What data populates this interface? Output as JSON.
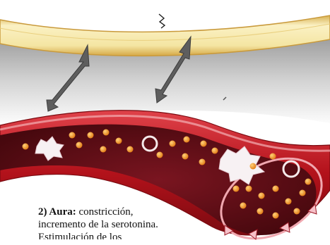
{
  "caption": {
    "heading": "2) Aura:",
    "line1_rest": "constricción,",
    "line2": "incremento de la serotonina.",
    "line3": "Estimulación de los"
  },
  "colors": {
    "top_vessel_wall": "#f3e6a8",
    "top_vessel_outline": "#d9b457",
    "shading": "#b8b8b8",
    "artery_outer": "#b5121b",
    "artery_lumen": "#5a0b12",
    "platelet": "#f0891f",
    "arrow": "#5f5f5f"
  },
  "icons": [
    "double-arrow-icon",
    "crack-icon",
    "platelet-icon",
    "serotonin-cluster-icon"
  ]
}
